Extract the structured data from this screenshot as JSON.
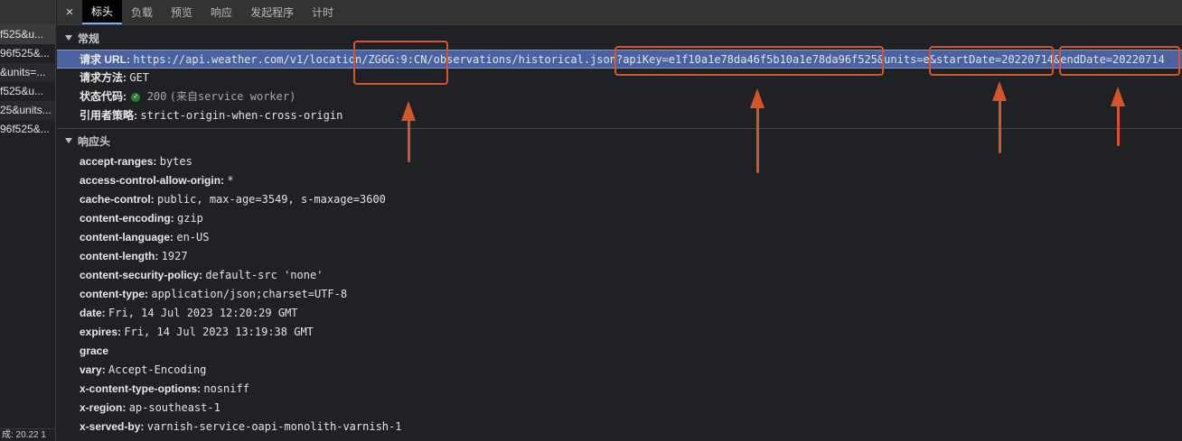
{
  "request_list": {
    "rows": [
      "f525&u...",
      "96f525&...",
      "&units=...",
      "f525&u...",
      "25&units...",
      "96f525&..."
    ],
    "bottom_status": "成: 20.22 1"
  },
  "tabs": {
    "close_icon": "×",
    "items": [
      "标头",
      "负载",
      "预览",
      "响应",
      "发起程序",
      "计时"
    ],
    "active_index": 0
  },
  "general": {
    "title": "常规",
    "request_url_label": "请求 URL:",
    "request_url_value": "https://api.weather.com/v1/location/ZGGG:9:CN/observations/historical.json?apiKey=e1f10a1e78da46f5b10a1e78da96f525&units=e&startDate=20220714&endDate=20220714",
    "method_label": "请求方法:",
    "method_value": "GET",
    "status_label": "状态代码:",
    "status_code": "200",
    "status_note": " (来自service worker)",
    "referrer_label": "引用者策略:",
    "referrer_value": "strict-origin-when-cross-origin"
  },
  "response_headers": {
    "title": "响应头",
    "items": [
      {
        "key": "accept-ranges:",
        "value": "bytes"
      },
      {
        "key": "access-control-allow-origin:",
        "value": "*"
      },
      {
        "key": "cache-control:",
        "value": "public, max-age=3549, s-maxage=3600"
      },
      {
        "key": "content-encoding:",
        "value": "gzip"
      },
      {
        "key": "content-language:",
        "value": "en-US"
      },
      {
        "key": "content-length:",
        "value": "1927"
      },
      {
        "key": "content-security-policy:",
        "value": "default-src 'none'"
      },
      {
        "key": "content-type:",
        "value": "application/json;charset=UTF-8"
      },
      {
        "key": "date:",
        "value": "Fri, 14 Jul 2023 12:20:29 GMT"
      },
      {
        "key": "expires:",
        "value": "Fri, 14 Jul 2023 13:19:38 GMT"
      },
      {
        "key": "grace",
        "value": ""
      },
      {
        "key": "vary:",
        "value": "Accept-Encoding"
      },
      {
        "key": "x-content-type-options:",
        "value": "nosniff"
      },
      {
        "key": "x-region:",
        "value": "ap-southeast-1"
      },
      {
        "key": "x-served-by:",
        "value": "varnish-service-oapi-monolith-varnish-1"
      }
    ]
  },
  "annotations": {
    "color": "#d4552b",
    "highlighted_segments": [
      "ZGGG:9:CN",
      "apiKey=e1f10a1e78da46f5b10a1e78da96f525",
      "&startDate=20220714",
      "endDate=20220714"
    ]
  }
}
